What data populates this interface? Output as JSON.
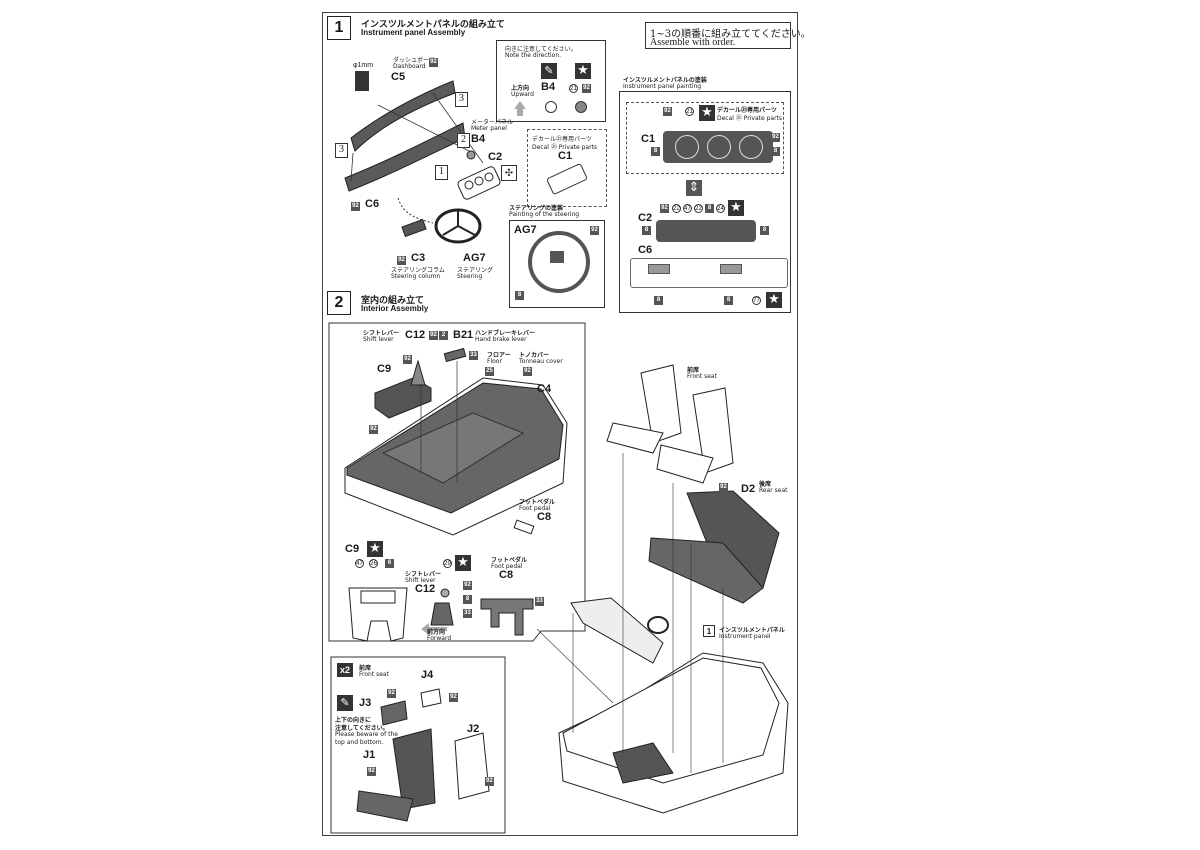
{
  "step1": {
    "number": "1",
    "title_jp": "インスツルメントパネルの組み立て",
    "title_en": "Instrument panel Assembly",
    "assemble_note_jp": "1~3の順番に組み立ててください。",
    "assemble_note_en": "Assemble with order.",
    "direction_note_jp": "向きに注意してください。",
    "direction_note_en": "Note the direction.",
    "upward_jp": "上方向",
    "upward_en": "Upward",
    "drill": "φ1mm",
    "dashboard_jp": "ダッシュボード",
    "dashboard_en": "Dashboard",
    "meter_jp": "メーターパネル",
    "meter_en": "Meter panel",
    "decal_private_jp": "デカール㉑専用パーツ",
    "decal_private_en": "Decal ㉑ Private parts",
    "column_jp": "ステアリングコラム",
    "column_en": "Steering column",
    "steering_jp": "ステアリング",
    "steering_en": "Steering",
    "painting_steering_jp": "ステアリングの塗装",
    "painting_steering_en": "Painting of the steering",
    "painting_panel_jp": "インスツルメントパネルの塗装",
    "painting_panel_en": "Instrument panel painting",
    "seq": [
      "1",
      "2",
      "3",
      "3"
    ],
    "parts": {
      "C5": "C5",
      "B4": "B4",
      "C2": "C2",
      "C6": "C6",
      "C3": "C3",
      "AG7": "AG7",
      "C1": "C1"
    },
    "colors": {
      "c92": "92",
      "c8": "8",
      "c21": "21",
      "c22": "22",
      "c47": "47",
      "c24": "24",
      "c77": "77"
    }
  },
  "step2": {
    "number": "2",
    "title_jp": "室内の組み立て",
    "title_en": "Interior Assembly",
    "shift_jp": "シフトレバー",
    "shift_en": "Shift lever",
    "hand_jp": "ハンドブレーキレバー",
    "hand_en": "Hand brake lever",
    "floor_jp": "フロアー",
    "floor_en": "Floor",
    "tonneau_jp": "トノカバー",
    "tonneau_en": "Tonneau cover",
    "foot_jp": "フットペダル",
    "foot_en": "Foot pedal",
    "forward_jp": "前方向",
    "forward_en": "Forward",
    "front_seat_jp": "前席",
    "front_seat_en": "Front seat",
    "rear_seat_jp": "後席",
    "rear_seat_en": "Rear seat",
    "inst_jp": "インスツルメントパネル",
    "inst_en": "Instrument panel",
    "x2": "x2",
    "beware_jp1": "上下の向きに",
    "beware_jp2": "注意してください。",
    "beware_en1": "Please beware of the",
    "beware_en2": "top and bottom.",
    "parts": {
      "C12": "C12",
      "B21": "B21",
      "C9": "C9",
      "C4": "C4",
      "C8": "C8",
      "D2": "D2",
      "J4": "J4",
      "J3": "J3",
      "J2": "J2",
      "J1": "J1"
    },
    "inst_ref": "1",
    "colors": {
      "c92": "92",
      "c2": "2",
      "c33": "33",
      "c25": "25",
      "c26": "26",
      "c8": "8",
      "c47": "47",
      "c6": "6",
      "c29": "29"
    }
  }
}
